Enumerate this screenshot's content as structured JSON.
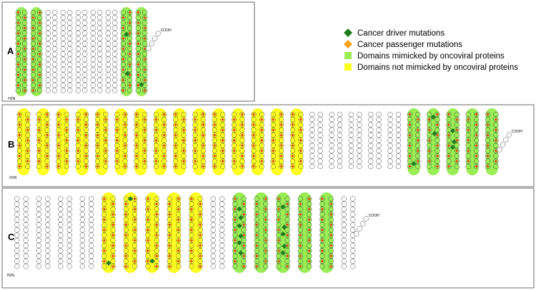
{
  "legend": {
    "items": [
      {
        "key": "driver",
        "label": "Cancer driver mutations",
        "shape": "diamond",
        "color": "#1e7d1e"
      },
      {
        "key": "passenger",
        "label": "Cancer passenger mutations",
        "shape": "diamond",
        "color": "#f5a31a"
      },
      {
        "key": "mimicked",
        "label": "Domains mimicked by oncoviral proteins",
        "shape": "square",
        "color": "#99ee55"
      },
      {
        "key": "notmimicked",
        "label": "Domains not mimicked by oncoviral proteins",
        "shape": "square",
        "color": "#ffff22"
      }
    ]
  },
  "colors": {
    "residue_stroke": "#333333",
    "residue_fill": "#ffffff",
    "mutation_dot": "#e0491b",
    "panel_border": "#444444"
  },
  "panels": [
    {
      "id": "A",
      "label": "A",
      "n_term": "H2N",
      "c_term": "COOH",
      "loops": [
        {
          "domain": "mimicked",
          "drivers": []
        },
        {
          "domain": "mimicked",
          "drivers": []
        },
        {
          "domain": "none",
          "drivers": []
        },
        {
          "domain": "none",
          "drivers": []
        },
        {
          "domain": "none",
          "drivers": []
        },
        {
          "domain": "none",
          "drivers": []
        },
        {
          "domain": "none",
          "drivers": []
        },
        {
          "domain": "mimicked",
          "drivers": [
            0.28,
            0.78
          ]
        },
        {
          "domain": "mimicked",
          "drivers": [
            0.92
          ]
        }
      ]
    },
    {
      "id": "B",
      "label": "B",
      "n_term": "H2N",
      "c_term": "COOH",
      "loops": [
        {
          "domain": "notmimicked",
          "drivers": []
        },
        {
          "domain": "notmimicked",
          "drivers": []
        },
        {
          "domain": "notmimicked",
          "drivers": []
        },
        {
          "domain": "notmimicked",
          "drivers": []
        },
        {
          "domain": "notmimicked",
          "drivers": []
        },
        {
          "domain": "notmimicked",
          "drivers": []
        },
        {
          "domain": "notmimicked",
          "drivers": []
        },
        {
          "domain": "notmimicked",
          "drivers": []
        },
        {
          "domain": "notmimicked",
          "drivers": []
        },
        {
          "domain": "notmimicked",
          "drivers": []
        },
        {
          "domain": "notmimicked",
          "drivers": []
        },
        {
          "domain": "notmimicked",
          "drivers": []
        },
        {
          "domain": "notmimicked",
          "drivers": []
        },
        {
          "domain": "notmimicked",
          "drivers": []
        },
        {
          "domain": "notmimicked",
          "drivers": []
        },
        {
          "domain": "none",
          "drivers": []
        },
        {
          "domain": "none",
          "drivers": []
        },
        {
          "domain": "none",
          "drivers": []
        },
        {
          "domain": "none",
          "drivers": []
        },
        {
          "domain": "none",
          "drivers": []
        },
        {
          "domain": "mimicked",
          "drivers": [
            0.9
          ]
        },
        {
          "domain": "mimicked",
          "drivers": [
            0.05,
            0.35
          ]
        },
        {
          "domain": "mimicked",
          "drivers": [
            0.3,
            0.5,
            0.6
          ]
        },
        {
          "domain": "mimicked",
          "drivers": []
        },
        {
          "domain": "mimicked",
          "drivers": []
        }
      ]
    },
    {
      "id": "C",
      "label": "C",
      "n_term": "H2N",
      "c_term": "COOH",
      "loops": [
        {
          "domain": "none",
          "drivers": []
        },
        {
          "domain": "none",
          "drivers": []
        },
        {
          "domain": "none",
          "drivers": []
        },
        {
          "domain": "none",
          "drivers": []
        },
        {
          "domain": "notmimicked",
          "drivers": [
            0.95
          ]
        },
        {
          "domain": "notmimicked",
          "drivers": [
            0.0
          ]
        },
        {
          "domain": "notmimicked",
          "drivers": [
            0.92
          ]
        },
        {
          "domain": "notmimicked",
          "drivers": []
        },
        {
          "domain": "notmimicked",
          "drivers": []
        },
        {
          "domain": "none",
          "drivers": []
        },
        {
          "domain": "mimicked",
          "drivers": [
            0.15,
            0.28,
            0.4,
            0.55,
            0.65,
            0.8
          ]
        },
        {
          "domain": "mimicked",
          "drivers": []
        },
        {
          "domain": "mimicked",
          "drivers": [
            0.12,
            0.42,
            0.52,
            0.7,
            0.8
          ]
        },
        {
          "domain": "mimicked",
          "drivers": []
        },
        {
          "domain": "mimicked",
          "drivers": []
        },
        {
          "domain": "none",
          "drivers": []
        }
      ]
    }
  ]
}
